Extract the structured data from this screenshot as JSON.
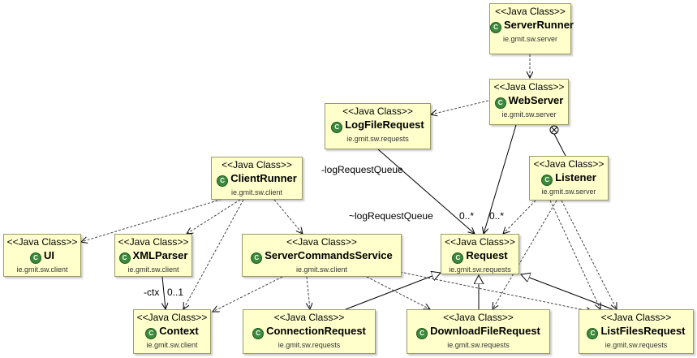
{
  "stereotype": "<<Java Class>>",
  "classes": {
    "ServerRunner": {
      "name": "ServerRunner",
      "package": "ie.gmit.sw.server"
    },
    "WebServer": {
      "name": "WebServer",
      "package": "ie.gmit.sw.server"
    },
    "LogFileRequest": {
      "name": "LogFileRequest",
      "package": "ie.gmit.sw.requests"
    },
    "Listener": {
      "name": "Listener",
      "package": "ie.gmit.sw.server"
    },
    "ClientRunner": {
      "name": "ClientRunner",
      "package": "ie.gmit.sw.client"
    },
    "UI": {
      "name": "UI",
      "package": "ie.gmit.sw.client"
    },
    "XMLParser": {
      "name": "XMLParser",
      "package": "ie.gmit.sw.client"
    },
    "ServerCommandsService": {
      "name": "ServerCommandsService",
      "package": "ie.gmit.sw.client"
    },
    "Request": {
      "name": "Request",
      "package": "ie.gmit.sw.requests"
    },
    "Context": {
      "name": "Context",
      "package": "ie.gmit.sw.client"
    },
    "ConnectionRequest": {
      "name": "ConnectionRequest",
      "package": "ie.gmit.sw.requests"
    },
    "DownloadFileRequest": {
      "name": "DownloadFileRequest",
      "package": "ie.gmit.sw.requests"
    },
    "ListFilesRequest": {
      "name": "ListFilesRequest",
      "package": "ie.gmit.sw.requests"
    }
  },
  "labels": {
    "logRequestQueue": "-logRequestQueue",
    "logRequestQueueTilde": "~logRequestQueue",
    "multLog": "0..*",
    "multWeb": "0..*",
    "ctx": "-ctx",
    "multCtx": "0..1"
  },
  "colors": {
    "classFill": "#ffffcc",
    "classBorder": "#9a9a66",
    "classIcon": "#3c8a3c"
  },
  "icon": "class-c-icon"
}
